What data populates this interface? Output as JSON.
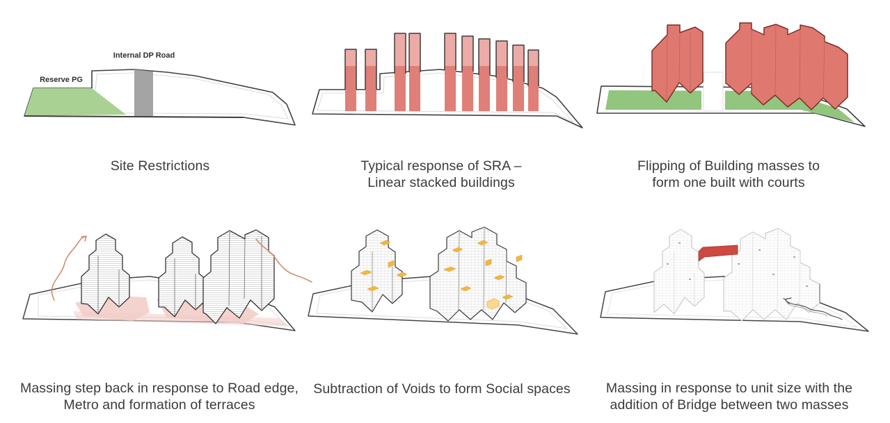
{
  "page": {
    "background": "#ffffff"
  },
  "colors": {
    "ink": "#3b3b3b",
    "outline_dark": "#3f3f3f",
    "inner_line": "#dcdcdc",
    "pg_green": "#a9d193",
    "ground_green": "#92c57d",
    "road_gray": "#9c9c9c",
    "bar_light": "#ecaba6",
    "bar_dark": "#df7f78",
    "bar_outline": "#3d3d3d",
    "mass_red": "#df796f",
    "mass_outline": "#7c2d27",
    "mass_crease": "#b85b52",
    "podium_pink": "#f2cbc7",
    "arrow_orange": "#cf8f6e",
    "hatch_gray": "#c6c6c6",
    "grid_gray": "#d4d4d4",
    "faint_gray": "#c2c2c2",
    "void_yellow": "#f5b63e",
    "void_yellow_edge": "#d99c25",
    "bridge_red": "#cc4a41",
    "bridge_edge": "#a03a33",
    "squiggle_dark": "#4a4a4a"
  },
  "panels": [
    {
      "id": "site-restrictions",
      "caption_lines": [
        "Site Restrictions"
      ],
      "labels": {
        "internal_dp_road": "Internal DP Road",
        "reserve_pg": "Reserve PG"
      }
    },
    {
      "id": "sra-response",
      "caption_lines": [
        "Typical response of SRA –",
        "Linear stacked buildings"
      ]
    },
    {
      "id": "flipping-masses",
      "caption_lines": [
        "Flipping of Building masses to",
        "form one built with courts"
      ]
    },
    {
      "id": "massing-step-back",
      "caption_lines": [
        "Massing step back in response to Road edge,",
        "Metro and formation of terraces"
      ]
    },
    {
      "id": "subtraction-voids",
      "caption_lines": [
        "Subtraction of Voids to form Social spaces"
      ]
    },
    {
      "id": "bridge-massing",
      "caption_lines": [
        "Massing in response to unit size with the",
        "addition of Bridge between two masses"
      ]
    }
  ]
}
